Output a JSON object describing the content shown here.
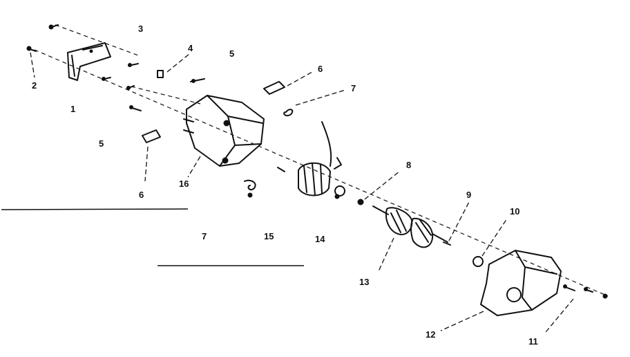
{
  "diagram": {
    "ink_color": "#111111",
    "background_color": "#ffffff",
    "callouts": [
      {
        "id": "c1",
        "text": "1"
      },
      {
        "id": "c2",
        "text": "2"
      },
      {
        "id": "c3",
        "text": "3"
      },
      {
        "id": "c4",
        "text": "4"
      },
      {
        "id": "c5a",
        "text": "5"
      },
      {
        "id": "c5b",
        "text": "5"
      },
      {
        "id": "c6a",
        "text": "6"
      },
      {
        "id": "c6b",
        "text": "6"
      },
      {
        "id": "c7a",
        "text": "7"
      },
      {
        "id": "c7b",
        "text": "7"
      },
      {
        "id": "c8",
        "text": "8"
      },
      {
        "id": "c9",
        "text": "9"
      },
      {
        "id": "c10",
        "text": "10"
      },
      {
        "id": "c11",
        "text": "11"
      },
      {
        "id": "c12",
        "text": "12"
      },
      {
        "id": "c13",
        "text": "13"
      },
      {
        "id": "c14",
        "text": "14"
      },
      {
        "id": "c15",
        "text": "15"
      },
      {
        "id": "c16",
        "text": "16"
      }
    ]
  }
}
